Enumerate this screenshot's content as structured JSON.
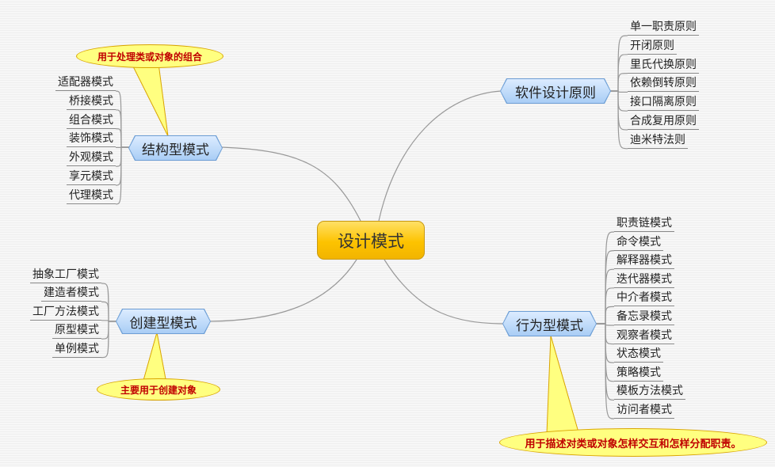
{
  "center": "设计模式",
  "branches": {
    "principles": {
      "label": "软件设计原则",
      "items": [
        "单一职责原则",
        "开闭原则",
        "里氏代换原则",
        "依赖倒转原则",
        "接口隔离原则",
        "合成复用原则",
        "迪米特法则"
      ]
    },
    "structural": {
      "label": "结构型模式",
      "items": [
        "适配器模式",
        "桥接模式",
        "组合模式",
        "装饰模式",
        "外观模式",
        "享元模式",
        "代理模式"
      ],
      "note": "用于处理类或对象的组合"
    },
    "creational": {
      "label": "创建型模式",
      "items": [
        "抽象工厂模式",
        "建造者模式",
        "工厂方法模式",
        "原型模式",
        "单例模式"
      ],
      "note": "主要用于创建对象"
    },
    "behavioral": {
      "label": "行为型模式",
      "items": [
        "职责链模式",
        "命令模式",
        "解释器模式",
        "迭代器模式",
        "中介者模式",
        "备忘录模式",
        "观察者模式",
        "状态模式",
        "策略模式",
        "模板方法模式",
        "访问者模式"
      ],
      "note": "用于描述对类或对象怎样交互和怎样分配职责。"
    }
  },
  "colors": {
    "center": "#fdc300",
    "branch": "#a9cdf5",
    "note_fill": "#ffff80",
    "note_text": "#c00000"
  }
}
